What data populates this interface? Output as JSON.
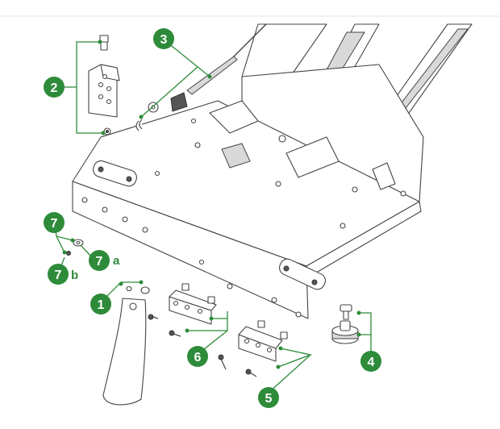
{
  "colors": {
    "callout_green": "#2e8b3a",
    "callout_text": "#ffffff",
    "line_art": "#444444"
  },
  "callouts": [
    {
      "id": "1",
      "label": "1",
      "suffix": ""
    },
    {
      "id": "2",
      "label": "2",
      "suffix": ""
    },
    {
      "id": "3",
      "label": "3",
      "suffix": ""
    },
    {
      "id": "4",
      "label": "4",
      "suffix": ""
    },
    {
      "id": "5",
      "label": "5",
      "suffix": ""
    },
    {
      "id": "6",
      "label": "6",
      "suffix": ""
    },
    {
      "id": "7",
      "label": "7",
      "suffix": ""
    },
    {
      "id": "7a",
      "label": "7",
      "suffix": "a"
    },
    {
      "id": "7b",
      "label": "7",
      "suffix": "b"
    }
  ]
}
